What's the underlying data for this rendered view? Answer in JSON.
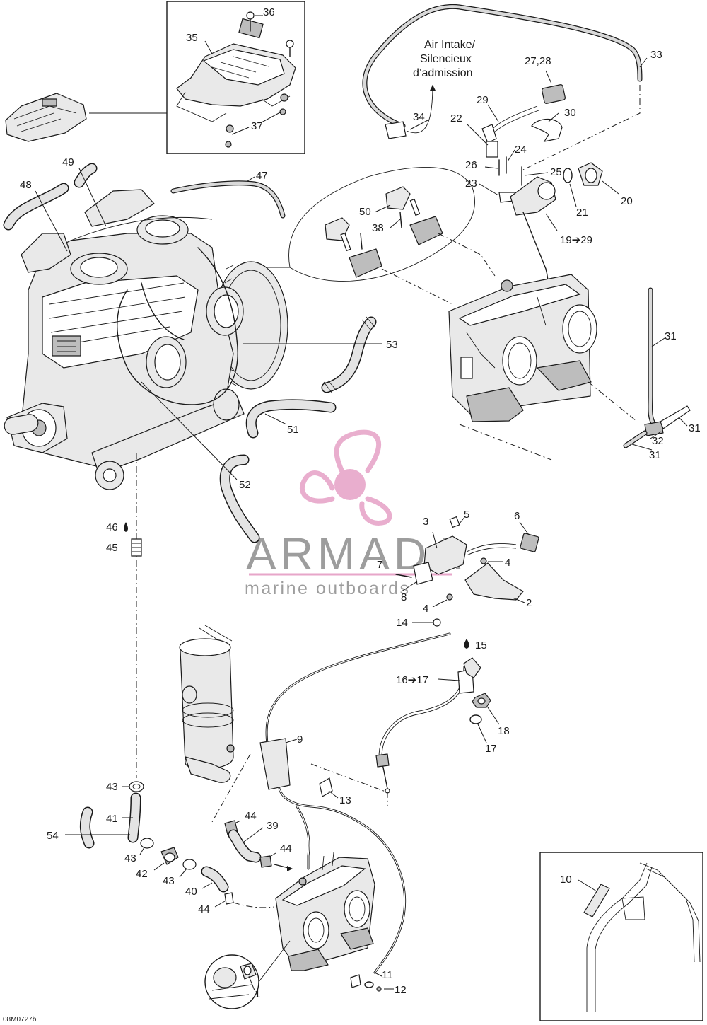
{
  "diagram_code": "08M0727b",
  "watermark": {
    "brand": "ARMADA",
    "tagline": "marine outboards",
    "color_logo": "#e7a6c9",
    "color_text": "#8c8c8c"
  },
  "annotation": {
    "air_intake_line1": "Air Intake/",
    "air_intake_line2": "Silencieux",
    "air_intake_line3": "d’admission"
  },
  "callouts": {
    "c1": "1",
    "c2": "2",
    "c3": "3",
    "c4a": "4",
    "c4b": "4",
    "c5": "5",
    "c6": "6",
    "c7": "7",
    "c8": "8",
    "c9": "9",
    "c10": "10",
    "c11": "11",
    "c12": "12",
    "c13": "13",
    "c14": "14",
    "c15": "15",
    "c16_17": "16➔17",
    "c17": "17",
    "c18": "18",
    "c19_29": "19➔29",
    "c20": "20",
    "c21": "21",
    "c22": "22",
    "c23": "23",
    "c24": "24",
    "c25": "25",
    "c26": "26",
    "c27_28": "27,28",
    "c29": "29",
    "c30": "30",
    "c31a": "31",
    "c31b": "31",
    "c31c": "31",
    "c32": "32",
    "c33": "33",
    "c34": "34",
    "c35": "35",
    "c36": "36",
    "c37": "37",
    "c38": "38",
    "c39": "39",
    "c40": "40",
    "c41": "41",
    "c42": "42",
    "c43a": "43",
    "c43b": "43",
    "c43c": "43",
    "c44a": "44",
    "c44b": "44",
    "c44c": "44",
    "c45": "45",
    "c46": "46",
    "c47": "47",
    "c48": "48",
    "c49": "49",
    "c50": "50",
    "c51": "51",
    "c52": "52",
    "c53": "53",
    "c54": "54"
  }
}
